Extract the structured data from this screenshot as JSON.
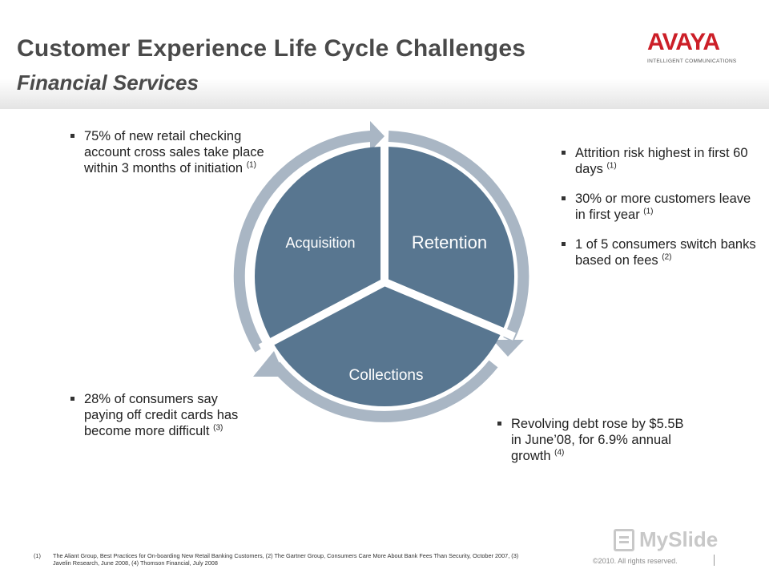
{
  "header": {
    "title": "Customer Experience Life Cycle Challenges",
    "subtitle": "Financial Services"
  },
  "logo": {
    "word": "AVAYA",
    "tagline": "INTELLIGENT COMMUNICATIONS"
  },
  "diagram": {
    "segments": [
      {
        "label": "Acquisition"
      },
      {
        "label": "Retention"
      },
      {
        "label": "Collections"
      }
    ],
    "colors": {
      "segment": "#587690",
      "ring": "#a9b6c4",
      "divider": "#ffffff"
    }
  },
  "bullets": {
    "acquisition": [
      {
        "text": "75% of new retail checking account cross sales take place within 3 months of initiation",
        "ref": "(1)"
      }
    ],
    "retention": [
      {
        "text": "Attrition risk highest in first 60 days",
        "ref": "(1)"
      },
      {
        "text": "30% or more customers leave in first year",
        "ref": "(1)"
      },
      {
        "text": "1 of 5 consumers switch banks based on fees",
        "ref": "(2)"
      }
    ],
    "collections_left": [
      {
        "text": "28% of consumers say paying off credit cards has become more difficult",
        "ref": "(3)"
      }
    ],
    "collections_right": [
      {
        "text": "Revolving debt rose by $5.5B in June’08, for 6.9% annual growth",
        "ref": "(4)"
      }
    ]
  },
  "footer": {
    "footnote_number": "(1)",
    "footnote_text": "The Aliant Group, Best Practices for On-boarding New Retail Banking Customers, (2) The Gartner Group, Consumers Care More About Bank Fees Than Security, October 2007, (3) Javelin Research, June 2008, (4) Thomson Financial, July 2008",
    "copyright": "©2010. All rights reserved.",
    "watermark": "MySlide"
  }
}
